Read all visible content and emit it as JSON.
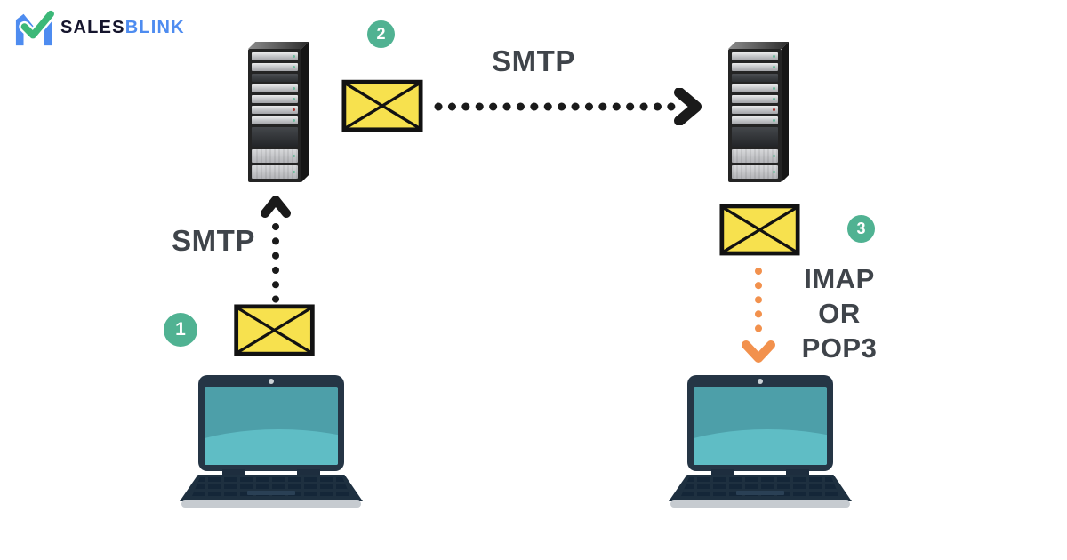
{
  "logo": {
    "sales": "SALES",
    "blink": "BLINK"
  },
  "badges": {
    "step1": "1",
    "step2": "2",
    "step3": "3"
  },
  "labels": {
    "smtp_outgoing": "SMTP",
    "smtp_relay": "SMTP",
    "imap_line1": "IMAP",
    "imap_line2": "OR",
    "imap_line3": "POP3"
  },
  "icons": {
    "logo_mark": "salesblink-m-check-icon",
    "sender_server": "server-icon",
    "recipient_server": "server-icon",
    "outgoing_envelope": "email-envelope-icon",
    "relay_envelope": "email-envelope-icon",
    "incoming_envelope": "email-envelope-icon",
    "upload_arrow": "dotted-arrow-up-icon",
    "transfer_arrow": "dotted-arrow-right-icon",
    "download_arrow": "dotted-arrow-down-icon",
    "sender_device": "laptop-icon",
    "recipient_device": "laptop-icon"
  },
  "colors": {
    "background": "#FFFFFF",
    "badge_green": "#50B292",
    "envelope_yellow": "#F7E14E",
    "envelope_outline": "#121212",
    "arrow_black": "#1A1A1A",
    "arrow_orange": "#F2914D",
    "label_text": "#3F444A",
    "logo_sales": "#15152D",
    "logo_blue": "#4E8CF0",
    "logo_check_green": "#3CB878",
    "laptop_frame": "#253545",
    "laptop_screen": "#4D9FA9",
    "laptop_screen_highlight": "#5FBDC5"
  }
}
